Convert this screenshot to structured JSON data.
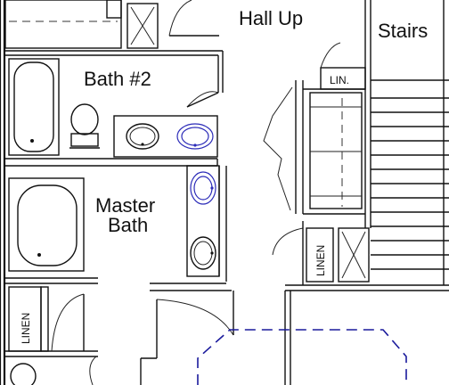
{
  "labels": {
    "hall_up": "Hall Up",
    "stairs": "Stairs",
    "bath2": "Bath #2",
    "master_bath_line1": "Master",
    "master_bath_line2": "Bath",
    "lin": "LIN.",
    "linen_right": "LINEN",
    "linen_left": "LINEN"
  },
  "colors": {
    "line": "#111111",
    "blue_fixture": "#2b2bb8",
    "blue_dash": "#1a1a9c",
    "background": "#ffffff"
  },
  "icons": [
    "bathtub-icon",
    "toilet-icon",
    "sink-icon",
    "door-swing-icon",
    "stair-treads-icon",
    "shelf-x-icon"
  ]
}
